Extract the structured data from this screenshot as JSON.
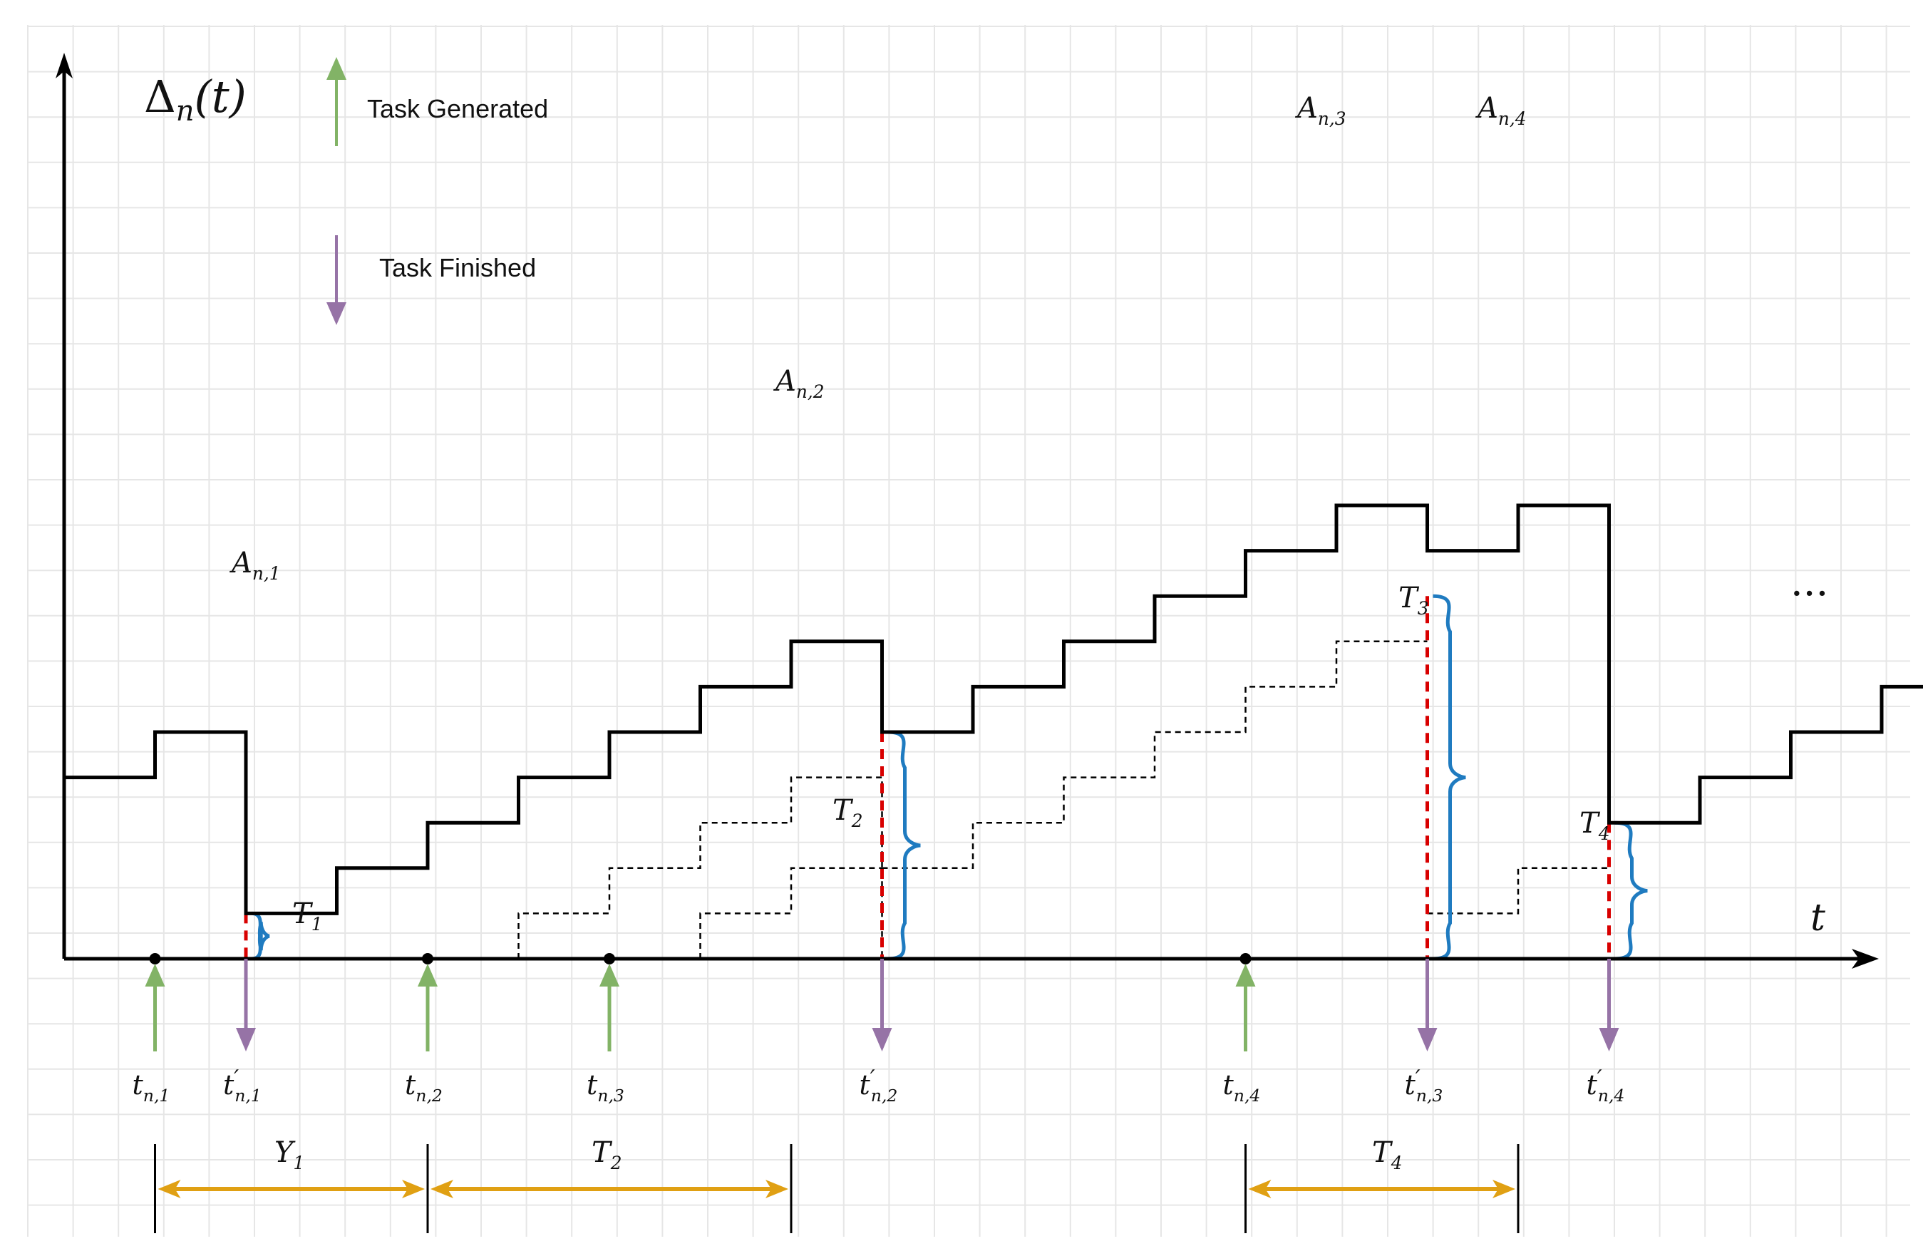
{
  "y_axis_label": {
    "symbol": "Δ",
    "sub": "n",
    "arg": "(t)"
  },
  "x_axis_label": "t",
  "legend": {
    "generated": "Task Generated",
    "finished": "Task Finished"
  },
  "colors": {
    "grid": "#e6e6e6",
    "curve": "#000000",
    "generated_arrow": "#82b366",
    "finished_arrow": "#9673a6",
    "red_dashed": "#d80000",
    "brace": "#1f7bc0",
    "interval_arrow": "#e0a013"
  },
  "peak_labels": [
    {
      "main": "A",
      "sub": "n,1"
    },
    {
      "main": "A",
      "sub": "n,2"
    },
    {
      "main": "A",
      "sub": "n,3"
    },
    {
      "main": "A",
      "sub": "n,4"
    }
  ],
  "time_labels": [
    {
      "main": "t",
      "prime": "",
      "sub": "n,1"
    },
    {
      "main": "t",
      "prime": "′",
      "sub": "n,1"
    },
    {
      "main": "t",
      "prime": "",
      "sub": "n,2"
    },
    {
      "main": "t",
      "prime": "",
      "sub": "n,3"
    },
    {
      "main": "t",
      "prime": "′",
      "sub": "n,2"
    },
    {
      "main": "t",
      "prime": "",
      "sub": "n,4"
    },
    {
      "main": "t",
      "prime": "′",
      "sub": "n,3"
    },
    {
      "main": "t",
      "prime": "′",
      "sub": "n,4"
    }
  ],
  "brace_labels": [
    {
      "main": "T",
      "sub": "1"
    },
    {
      "main": "T",
      "sub": "2"
    },
    {
      "main": "T",
      "sub": "3"
    },
    {
      "main": "T",
      "sub": "4"
    }
  ],
  "interval_labels": [
    {
      "main": "Y",
      "sub": "1"
    },
    {
      "main": "T",
      "sub": "2"
    },
    {
      "main": "T",
      "sub": "4"
    }
  ],
  "ellipsis": "···"
}
